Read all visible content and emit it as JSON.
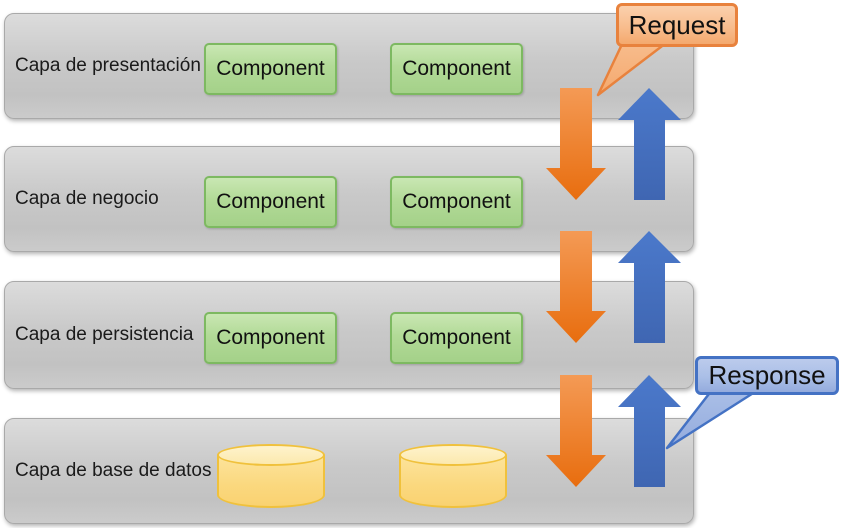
{
  "diagram": {
    "layers": [
      {
        "label": "Capa de presentación",
        "content": "components"
      },
      {
        "label": "Capa de negocio",
        "content": "components"
      },
      {
        "label": "Capa de persistencia",
        "content": "components"
      },
      {
        "label": "Capa de base de datos",
        "content": "databases"
      }
    ],
    "component_label": "Component",
    "callouts": {
      "request": "Request",
      "response": "Response"
    },
    "arrows": {
      "request_direction": "down",
      "response_direction": "up",
      "pair_count": 3
    },
    "colors": {
      "layer_fill": "#c9c9c9",
      "component_fill": "#a9d18e",
      "component_border": "#70ad47",
      "cylinder_fill": "#fbd87e",
      "cylinder_border": "#f0c13c",
      "request_arrow": "#ed7d31",
      "response_arrow": "#4472c4",
      "request_callout_fill": "#f8bd8e",
      "request_callout_border": "#e8823d",
      "response_callout_fill": "#aabfe7",
      "response_callout_border": "#4472c4"
    }
  }
}
